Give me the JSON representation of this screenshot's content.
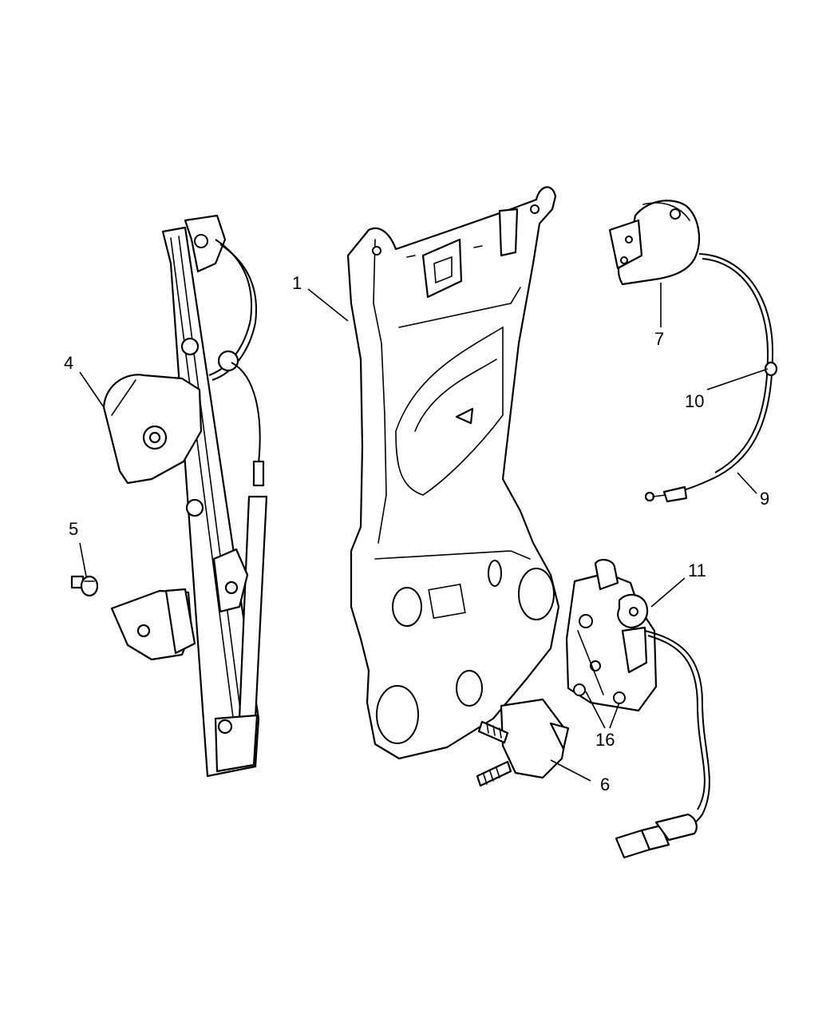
{
  "diagram": {
    "callouts": [
      {
        "id": "c1",
        "label": "1"
      },
      {
        "id": "c4",
        "label": "4"
      },
      {
        "id": "c5",
        "label": "5"
      },
      {
        "id": "c6",
        "label": "6"
      },
      {
        "id": "c7",
        "label": "7"
      },
      {
        "id": "c9",
        "label": "9"
      },
      {
        "id": "c10",
        "label": "10"
      },
      {
        "id": "c11",
        "label": "11"
      },
      {
        "id": "c16",
        "label": "16"
      }
    ]
  }
}
